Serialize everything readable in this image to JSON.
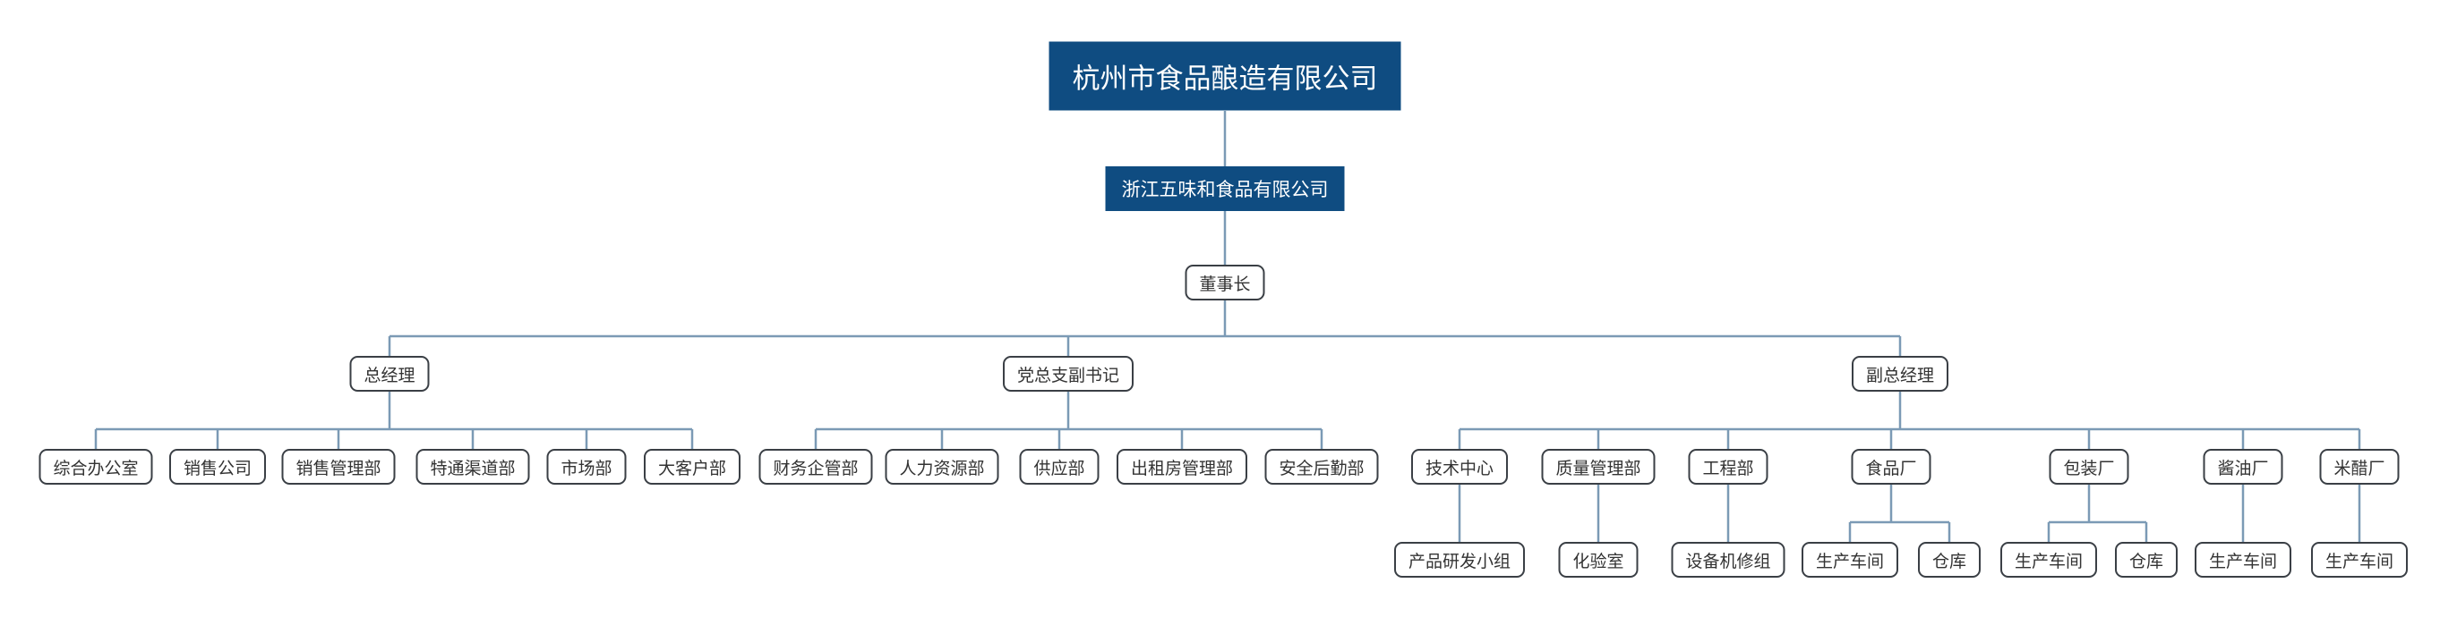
{
  "chart_data": {
    "type": "org-chart",
    "root": "杭州市食品酿造有限公司",
    "company": "浙江五味和食品有限公司",
    "chairman": "董事长",
    "branches": [
      {
        "label": "总经理",
        "children": [
          {
            "label": "综合办公室",
            "children": []
          },
          {
            "label": "销售公司",
            "children": []
          },
          {
            "label": "销售管理部",
            "children": []
          },
          {
            "label": "特通渠道部",
            "children": []
          },
          {
            "label": "市场部",
            "children": []
          },
          {
            "label": "大客户部",
            "children": []
          }
        ]
      },
      {
        "label": "党总支副书记",
        "children": [
          {
            "label": "财务企管部",
            "children": []
          },
          {
            "label": "人力资源部",
            "children": []
          },
          {
            "label": "供应部",
            "children": []
          },
          {
            "label": "出租房管理部",
            "children": []
          },
          {
            "label": "安全后勤部",
            "children": []
          }
        ]
      },
      {
        "label": "副总经理",
        "children": [
          {
            "label": "技术中心",
            "children": [
              "产品研发小组"
            ]
          },
          {
            "label": "质量管理部",
            "children": [
              "化验室"
            ]
          },
          {
            "label": "工程部",
            "children": [
              "设备机修组"
            ]
          },
          {
            "label": "食品厂",
            "children": [
              "生产车间",
              "仓库"
            ]
          },
          {
            "label": "包装厂",
            "children": [
              "生产车间",
              "仓库"
            ]
          },
          {
            "label": "酱油厂",
            "children": [
              "生产车间"
            ]
          },
          {
            "label": "米醋厂",
            "children": [
              "生产车间"
            ]
          }
        ]
      }
    ]
  },
  "colors": {
    "header_fill": "#0f4c81",
    "header_text": "#ffffff",
    "box_border": "#3a3f45",
    "box_text": "#333333",
    "connector": "#7b9ab5"
  }
}
